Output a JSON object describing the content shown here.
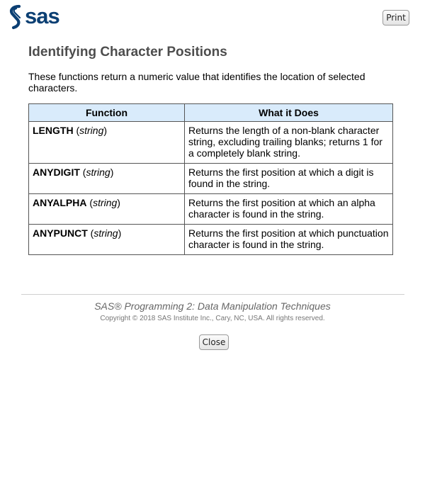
{
  "header": {
    "logo_text": "sas",
    "print_label": "Print"
  },
  "main": {
    "title": "Identifying Character Positions",
    "intro": "These functions return a numeric value that identifies the location of selected characters.",
    "table": {
      "headers": [
        "Function",
        "What it Does"
      ],
      "rows": [
        {
          "name": "LENGTH",
          "arg": "string",
          "description": "Returns the length of a non-blank character string, excluding trailing blanks; returns 1 for a completely blank string."
        },
        {
          "name": "ANYDIGIT",
          "arg": "string",
          "description": "Returns the first position at which a digit is found in the string."
        },
        {
          "name": "ANYALPHA",
          "arg": "string",
          "description": "Returns the first position at which an alpha character is found in the string."
        },
        {
          "name": "ANYPUNCT",
          "arg": "string",
          "description": "Returns the first position at which punctuation character is found in the string."
        }
      ]
    }
  },
  "footer": {
    "course_title": "SAS® Programming 2: Data Manipulation Techniques",
    "copyright": "Copyright © 2018 SAS Institute Inc., Cary, NC, USA. All rights reserved.",
    "close_label": "Close"
  },
  "colors": {
    "brand": "#0b3f73",
    "header_bg": "#d9ebfb",
    "title": "#4d4d4d"
  }
}
